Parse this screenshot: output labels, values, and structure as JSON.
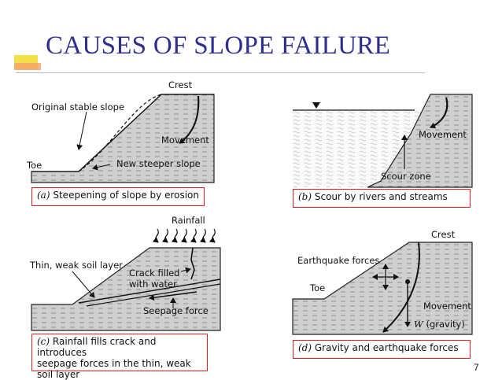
{
  "slide": {
    "title": "CAUSES OF SLOPE FAILURE",
    "page_number": "7"
  },
  "panels": {
    "a": {
      "caption_letter": "(a)",
      "caption_text": "Steepening of slope by erosion",
      "labels": {
        "crest": "Crest",
        "original": "Original stable slope",
        "movement": "Movement",
        "toe": "Toe",
        "new_slope": "New steeper slope"
      }
    },
    "b": {
      "caption_letter": "(b)",
      "caption_text": "Scour by rivers and streams",
      "labels": {
        "movement": "Movement",
        "scour": "Scour zone"
      }
    },
    "c": {
      "caption_letter": "(c)",
      "caption_lines": [
        "Rainfall fills crack and introduces",
        "seepage forces in the thin, weak",
        "soil layer"
      ],
      "labels": {
        "rainfall": "Rainfall",
        "weak_layer": "Thin, weak soil layer",
        "crack_1": "Crack filled",
        "crack_2": "with water",
        "seepage": "Seepage force"
      }
    },
    "d": {
      "caption_letter": "(d)",
      "caption_text": "Gravity and earthquake forces",
      "labels": {
        "crest": "Crest",
        "earthquake": "Earthquake forces",
        "toe": "Toe",
        "movement": "Movement",
        "gravity_symbol": "W",
        "gravity_text": " (gravity)"
      }
    }
  }
}
